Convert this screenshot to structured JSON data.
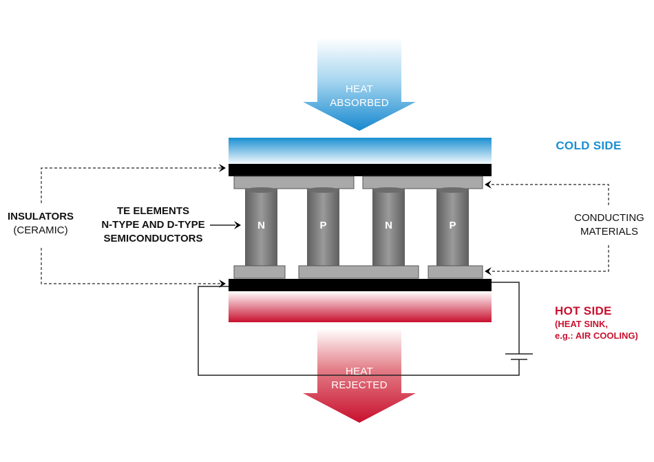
{
  "heat_absorbed": {
    "line1": "HEAT",
    "line2": "ABSORBED"
  },
  "heat_rejected": {
    "line1": "HEAT",
    "line2": "REJECTED"
  },
  "cold_side": {
    "label": "COLD SIDE"
  },
  "hot_side": {
    "label": "HOT SIDE",
    "line2": "(HEAT SINK,",
    "line3": "e.g.: AIR COOLING)"
  },
  "insulators": {
    "line1": "INSULATORS",
    "line2": "(CERAMIC)"
  },
  "te_elements": {
    "line1": "TE ELEMENTS",
    "line2": "N-TYPE AND D-TYPE",
    "line3": "SEMICONDUCTORS"
  },
  "conducting": {
    "line1": "CONDUCTING",
    "line2": "MATERIALS"
  },
  "legs": [
    {
      "letter": "N"
    },
    {
      "letter": "P"
    },
    {
      "letter": "N"
    },
    {
      "letter": "P"
    }
  ],
  "colors": {
    "cold": "#1a8fd1",
    "hot": "#c8102e",
    "insulator": "#000000",
    "conductor": "#a9a9a9",
    "leg": "#7a7a7a"
  }
}
